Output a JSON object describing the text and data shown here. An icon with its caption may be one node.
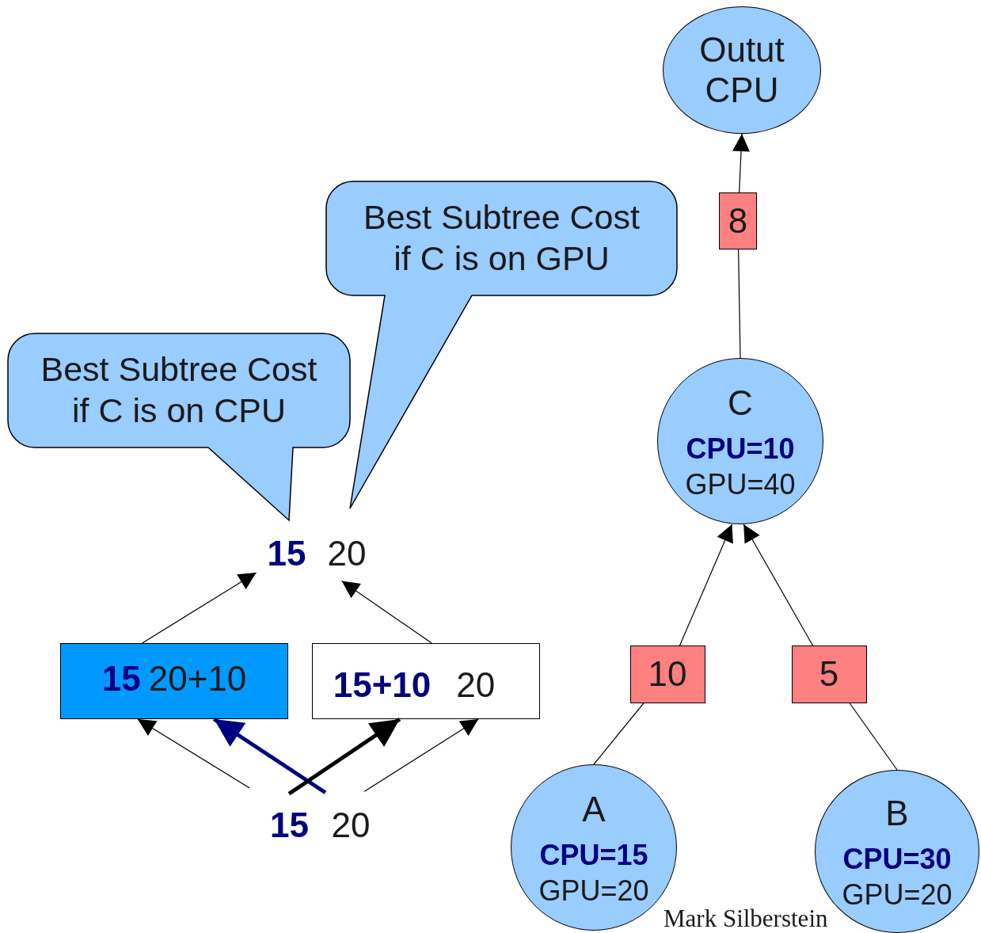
{
  "diagram": {
    "nodes": [
      {
        "text": [
          "Outut CPU"
        ]
      },
      {
        "text": [
          "Best Subtree Cost if C is on GPU"
        ]
      },
      {
        "text": [
          "Best Subtree Cost if C is on CPU"
        ]
      },
      {
        "text": [
          "15"
        ]
      },
      {
        "text": [
          "20"
        ]
      },
      {
        "text": [
          "15",
          "20+10"
        ]
      },
      {
        "text": [
          "15+10",
          "20"
        ]
      },
      {
        "text": [
          "C",
          "CPU=10",
          "GPU=40"
        ]
      },
      {
        "text": [
          "15"
        ]
      },
      {
        "text": [
          "20"
        ]
      },
      {
        "text": [
          "A",
          "CPU=15",
          "GPU=20"
        ]
      },
      {
        "text": [
          "B",
          "CPU=30",
          "GPU=20"
        ]
      }
    ],
    "edges": [
      {
        "from": 7,
        "to": 0,
        "arrow": "to",
        "label": "8"
      },
      {
        "from": 5,
        "to": 3,
        "arrow": "to"
      },
      {
        "from": 6,
        "to": 4,
        "arrow": "to"
      },
      {
        "from": 9,
        "to": 5,
        "arrow": "to",
        "style": "thick",
        "color": "#000080"
      },
      {
        "from": 8,
        "to": 6,
        "arrow": "to",
        "style": "thick"
      },
      {
        "from": 8,
        "to": 5,
        "arrow": "to"
      },
      {
        "from": 9,
        "to": 6,
        "arrow": "to"
      },
      {
        "from": 10,
        "to": 7,
        "arrow": "to",
        "label": "10"
      },
      {
        "from": 11,
        "to": 7,
        "arrow": "to",
        "label": "5"
      }
    ],
    "labels": [
      "Mark Silberstein"
    ]
  }
}
